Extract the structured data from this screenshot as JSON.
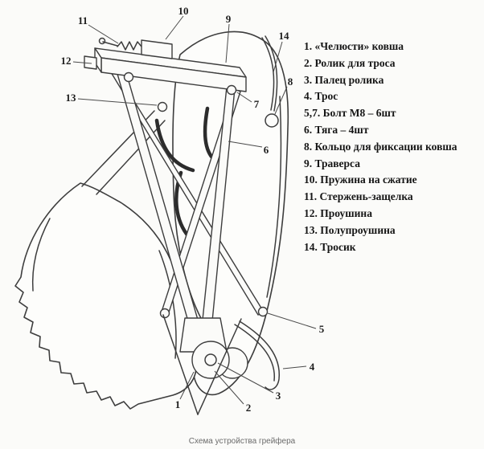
{
  "caption": "Схема устройства грейфера",
  "legend": {
    "items": [
      "1. «Челюсти» ковша",
      "2. Ролик для троса",
      "3. Палец ролика",
      "4. Трос",
      "5,7. Болт М8 – 6шт",
      "6. Тяга – 4шт",
      "8. Кольцо для фиксации ковша",
      "9. Траверса",
      "10. Пружина на сжатие",
      "11. Стержень-защелка",
      "12. Проушина",
      "13. Полупроушина",
      "14. Тросик"
    ]
  },
  "callouts": {
    "n1": "1",
    "n2": "2",
    "n3": "3",
    "n4": "4",
    "n5": "5",
    "n6": "6",
    "n7": "7",
    "n8": "8",
    "n9": "9",
    "n10": "10",
    "n11": "11",
    "n12": "12",
    "n13": "13",
    "n14": "14"
  },
  "colors": {
    "ink": "#3d3d3d",
    "paper": "#fbfbf9",
    "legend_text": "#161616",
    "caption_text": "#6b6b6b"
  }
}
